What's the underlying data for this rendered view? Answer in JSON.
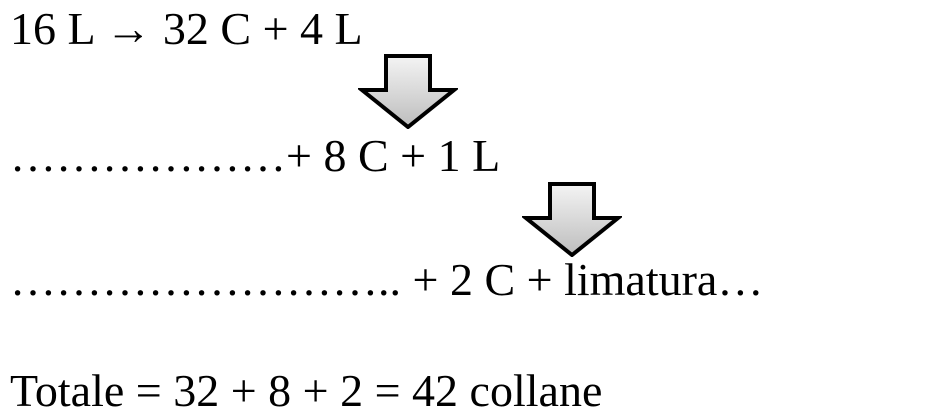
{
  "lines": {
    "line1": "16 L → 32 C + 4 L",
    "line2": "………………+ 8 C + 1 L",
    "line3": "…………………….. + 2 C + limatura…",
    "total": "Totale = 32 + 8 + 2 = 42 collane"
  },
  "colors": {
    "text": "#000000",
    "arrow_fill_top": "#f4f4f4",
    "arrow_fill_bottom": "#bdbdbd",
    "arrow_stroke": "#000000"
  },
  "icons": {
    "down_arrow": "down-arrow-icon"
  }
}
